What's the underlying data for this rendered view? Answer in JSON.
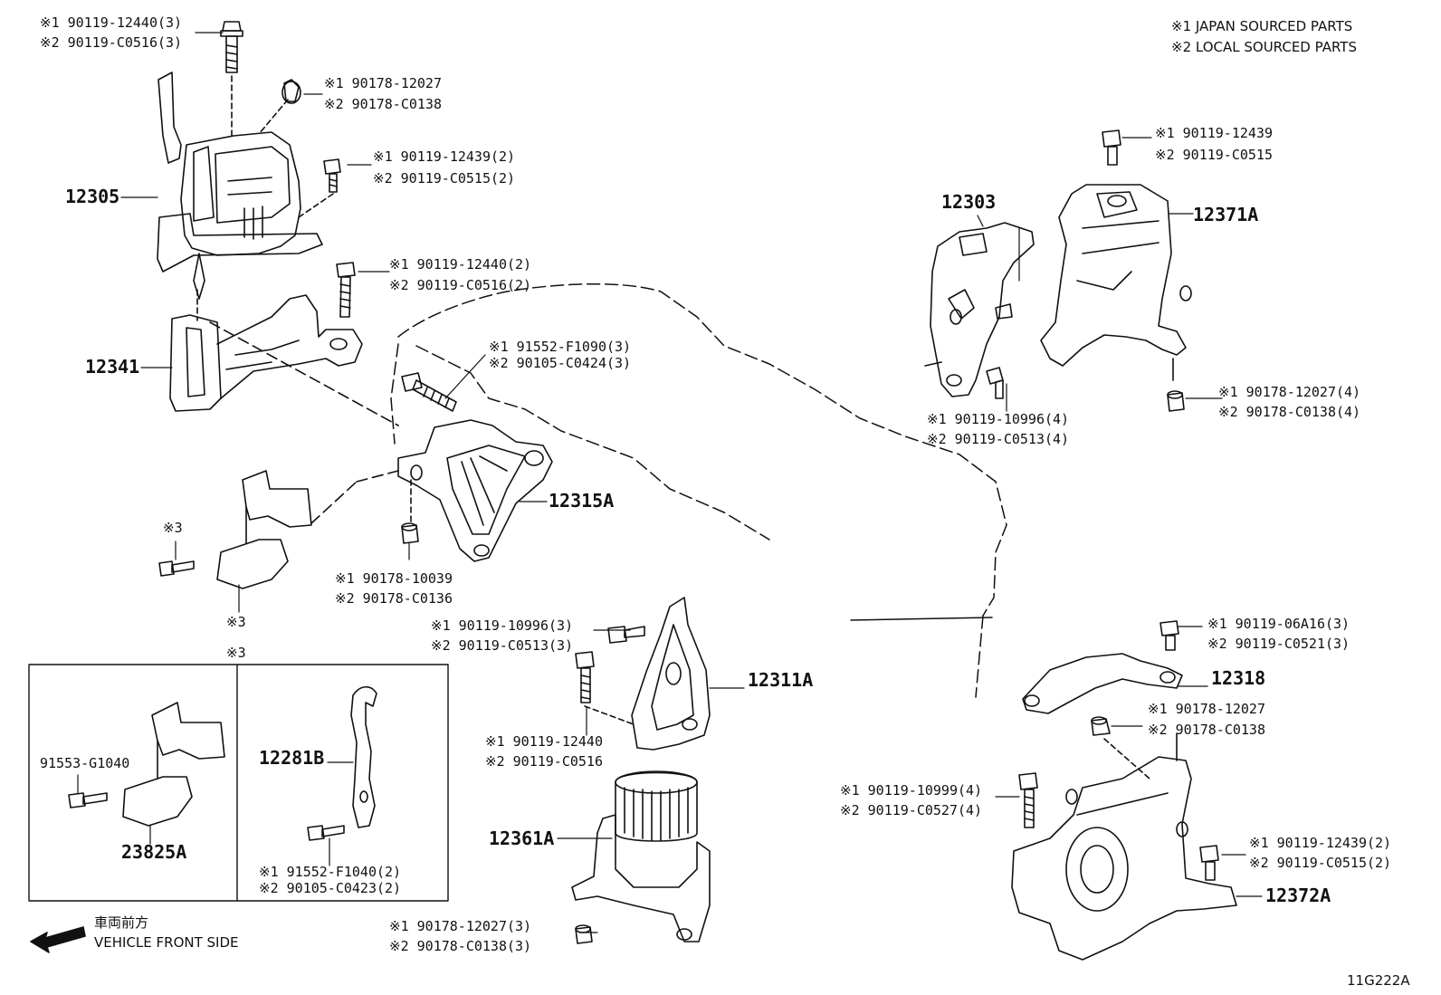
{
  "legend": {
    "line1": "※1 JAPAN SOURCED PARTS",
    "line2": "※2 LOCAL SOURCED PARTS"
  },
  "labels": {
    "p12305": "12305",
    "p12341": "12341",
    "p12315A": "12315A",
    "p12303": "12303",
    "p12371A": "12371A",
    "p12311A": "12311A",
    "p12318": "12318",
    "p12361A": "12361A",
    "p12372A": "12372A",
    "p12281B": "12281B",
    "p23825A": "23825A",
    "p91553": "91553-G1040"
  },
  "callouts": {
    "c1a": "※1 90119-12440(3)",
    "c1b": "※2 90119-C0516(3)",
    "c2a": "※1 90178-12027",
    "c2b": "※2 90178-C0138",
    "c3a": "※1 90119-12439(2)",
    "c3b": "※2 90119-C0515(2)",
    "c4a": "※1 90119-12440(2)",
    "c4b": "※2 90119-C0516(2)",
    "c5a": "※1 91552-F1090(3)",
    "c5b": "※2 90105-C0424(3)",
    "c6a": "※1 90178-10039",
    "c6b": "※2 90178-C0136",
    "c7a": "※1 90119-12439",
    "c7b": "※2 90119-C0515",
    "c8a": "※1 90119-10996(4)",
    "c8b": "※2 90119-C0513(4)",
    "c9a": "※1 90178-12027(4)",
    "c9b": "※2 90178-C0138(4)",
    "c10a": "※1 90119-10996(3)",
    "c10b": "※2 90119-C0513(3)",
    "c11a": "※1 90119-12440",
    "c11b": "※2 90119-C0516",
    "c12a": "※1 90119-06A16(3)",
    "c12b": "※2 90119-C0521(3)",
    "c13a": "※1 90178-12027",
    "c13b": "※2 90178-C0138",
    "c14a": "※1 90119-10999(4)",
    "c14b": "※2 90119-C0527(4)",
    "c15a": "※1 90119-12439(2)",
    "c15b": "※2 90119-C0515(2)",
    "c16a": "※1 90178-12027(3)",
    "c16b": "※2 90178-C0138(3)",
    "c17a": "※1 91552-F1040(2)",
    "c17b": "※2 90105-C0423(2)"
  },
  "note3": {
    "box_title": "※3",
    "bolt": "※3",
    "bracket": "※3"
  },
  "front": {
    "jp": "車両前方",
    "en": "VEHICLE FRONT SIDE"
  },
  "diagram_code": "11G222A"
}
